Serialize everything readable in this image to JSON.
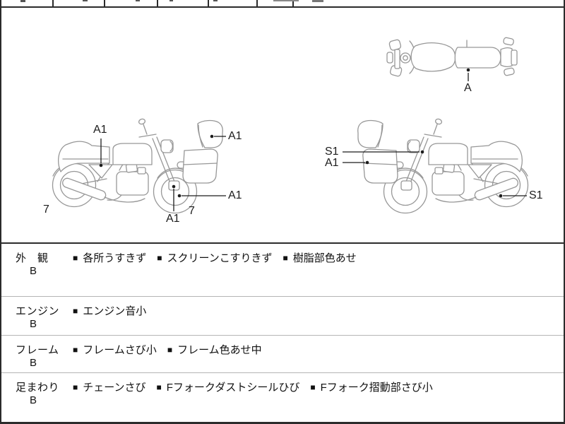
{
  "diagrams": {
    "labels": [
      {
        "id": "left-side-cover",
        "text": "A1"
      },
      {
        "id": "left-windscreen",
        "text": "A1"
      },
      {
        "id": "left-front-wheel",
        "text": "A1"
      },
      {
        "id": "left-front-fork",
        "text": "A1"
      },
      {
        "id": "left-rear-wheel-number",
        "text": "7"
      },
      {
        "id": "left-front-wheel-number",
        "text": "7"
      },
      {
        "id": "right-fork",
        "text": "S1"
      },
      {
        "id": "right-cowl",
        "text": "A1"
      },
      {
        "id": "right-rear-wheel",
        "text": "S1"
      },
      {
        "id": "top-view-seat",
        "text": "A"
      }
    ]
  },
  "condition_table": {
    "bullet": "■",
    "rows": [
      {
        "category": "外　観",
        "grade": "B",
        "items": [
          "各所うすきず",
          "スクリーンこすりきず",
          "樹脂部色あせ"
        ]
      },
      {
        "category": "エンジン",
        "grade": "B",
        "items": [
          "エンジン音小"
        ]
      },
      {
        "category": "フレーム",
        "grade": "B",
        "items": [
          "フレームさび小",
          "フレーム色あせ中"
        ]
      },
      {
        "category": "足まわり",
        "grade": "B",
        "items": [
          "チェーンさび",
          "Fフォークダストシールひび",
          "Fフォーク摺動部さび小"
        ]
      }
    ]
  },
  "colors": {
    "outline_gray": "#979797",
    "ink": "#1c1c1c",
    "border_dark": "#2b2b2b",
    "row_divider": "#b5b5b5"
  }
}
